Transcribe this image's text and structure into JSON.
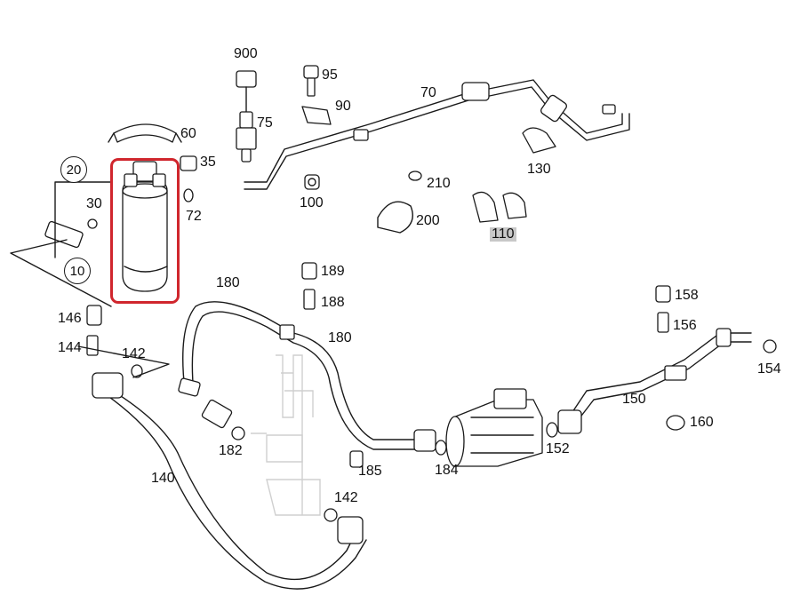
{
  "callouts": [
    {
      "id": "900",
      "text": "900"
    },
    {
      "id": "95",
      "text": "95"
    },
    {
      "id": "70",
      "text": "70"
    },
    {
      "id": "90",
      "text": "90"
    },
    {
      "id": "75",
      "text": "75"
    },
    {
      "id": "60",
      "text": "60"
    },
    {
      "id": "35",
      "text": "35"
    },
    {
      "id": "30",
      "text": "30"
    },
    {
      "id": "72",
      "text": "72"
    },
    {
      "id": "100",
      "text": "100"
    },
    {
      "id": "210",
      "text": "210"
    },
    {
      "id": "200",
      "text": "200"
    },
    {
      "id": "130",
      "text": "130"
    },
    {
      "id": "110",
      "text": "110"
    },
    {
      "id": "180a",
      "text": "180"
    },
    {
      "id": "189",
      "text": "189"
    },
    {
      "id": "188",
      "text": "188"
    },
    {
      "id": "180b",
      "text": "180"
    },
    {
      "id": "158",
      "text": "158"
    },
    {
      "id": "156",
      "text": "156"
    },
    {
      "id": "146",
      "text": "146"
    },
    {
      "id": "144",
      "text": "144"
    },
    {
      "id": "142a",
      "text": "142"
    },
    {
      "id": "154",
      "text": "154"
    },
    {
      "id": "150",
      "text": "150"
    },
    {
      "id": "160",
      "text": "160"
    },
    {
      "id": "182",
      "text": "182"
    },
    {
      "id": "185",
      "text": "185"
    },
    {
      "id": "184",
      "text": "184"
    },
    {
      "id": "152",
      "text": "152"
    },
    {
      "id": "140",
      "text": "140"
    },
    {
      "id": "142b",
      "text": "142"
    }
  ],
  "circled_callouts": [
    {
      "id": "20",
      "text": "20"
    },
    {
      "id": "10",
      "text": "10"
    }
  ],
  "highlighted_callout": "110",
  "highlight_color": "#d0262d"
}
